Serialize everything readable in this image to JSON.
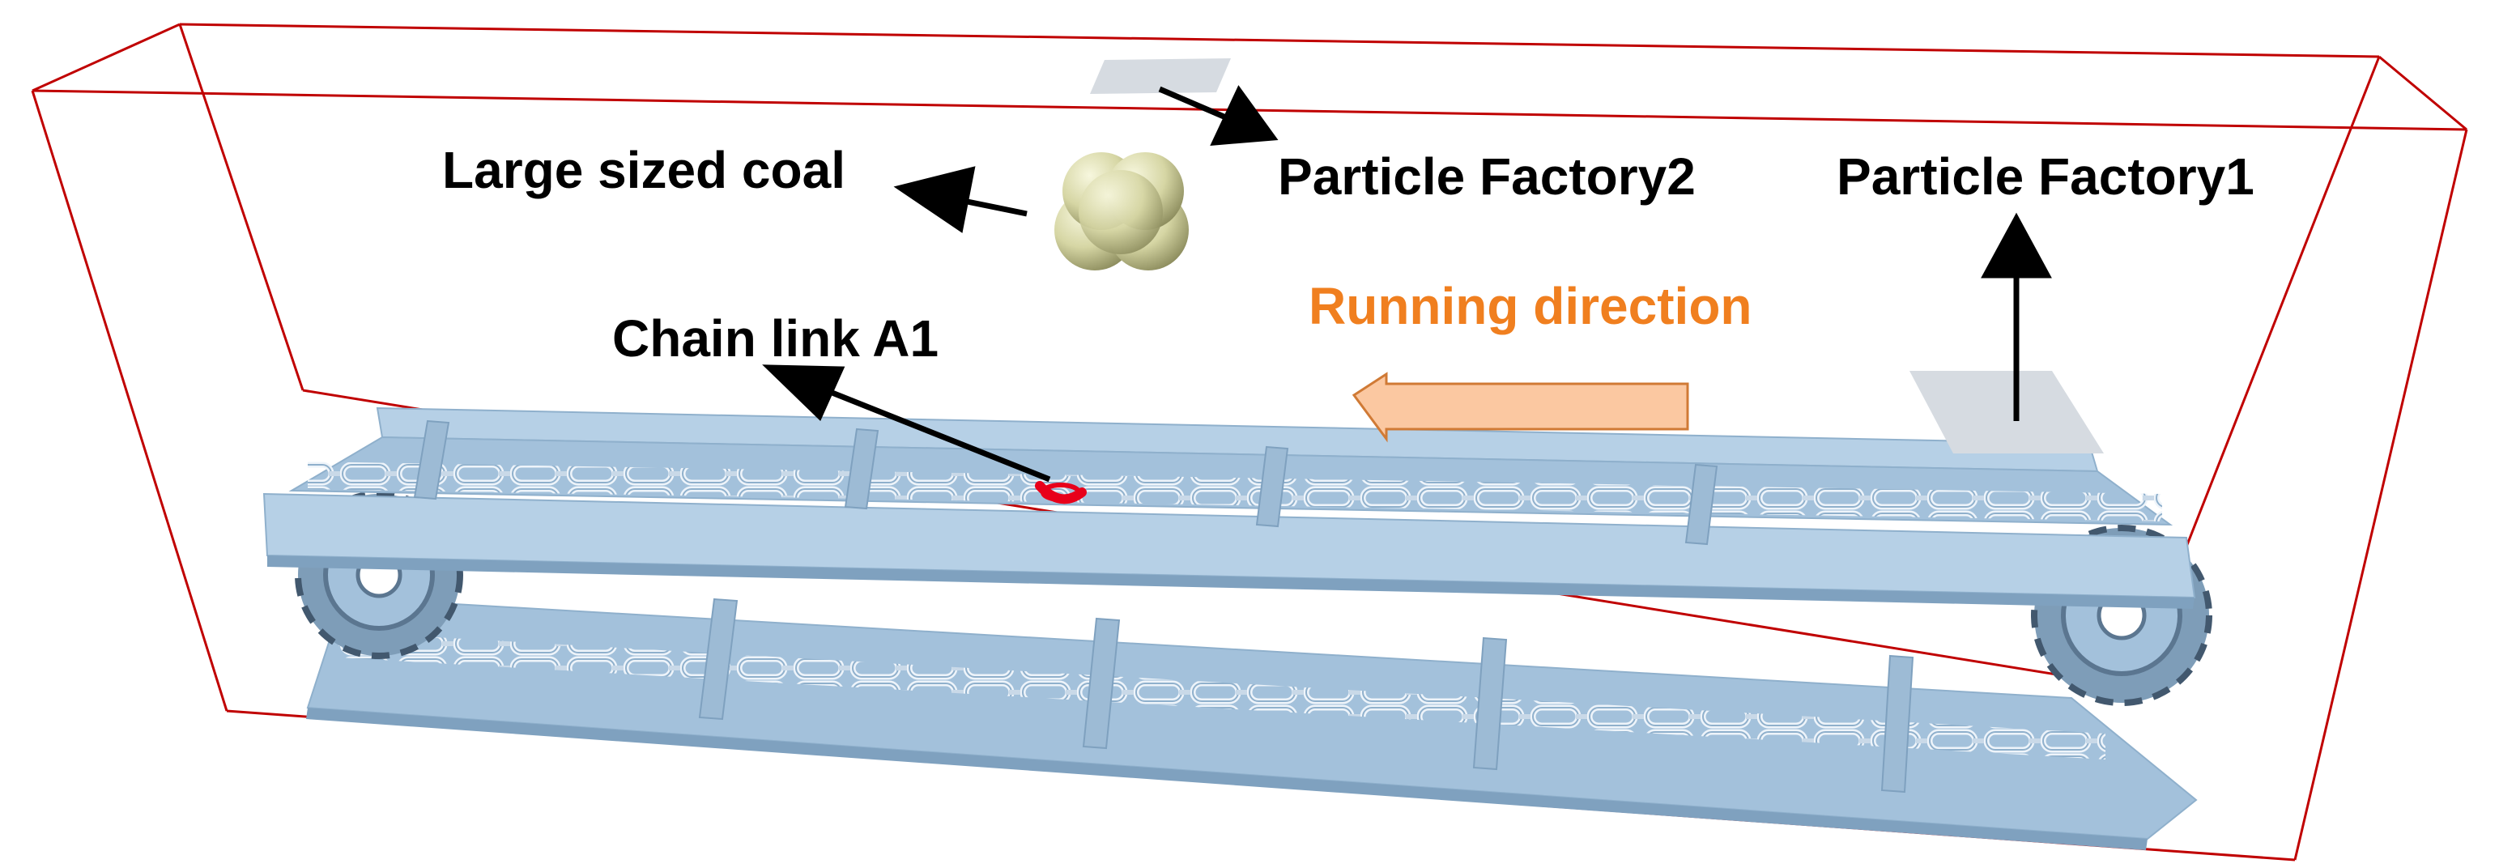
{
  "labels": {
    "large_coal": "Large sized coal",
    "factory2": "Particle Factory2",
    "factory1": "Particle Factory1",
    "running": "Running direction",
    "chain_link": "Chain link A1"
  },
  "colors": {
    "box_edge": "#c00000",
    "label_text": "#000000",
    "running_text": "#f07f1f",
    "direction_arrow_fill": "#fbc8a1",
    "direction_arrow_stroke": "#d07a35",
    "conveyor": "#a3c1db",
    "conveyor_dark": "#7fa1bf",
    "chain": "#d7e5f2",
    "highlight_link": "#e8001a",
    "coal": "#d6d6a4",
    "factory_plate": "#d6dbe1"
  }
}
